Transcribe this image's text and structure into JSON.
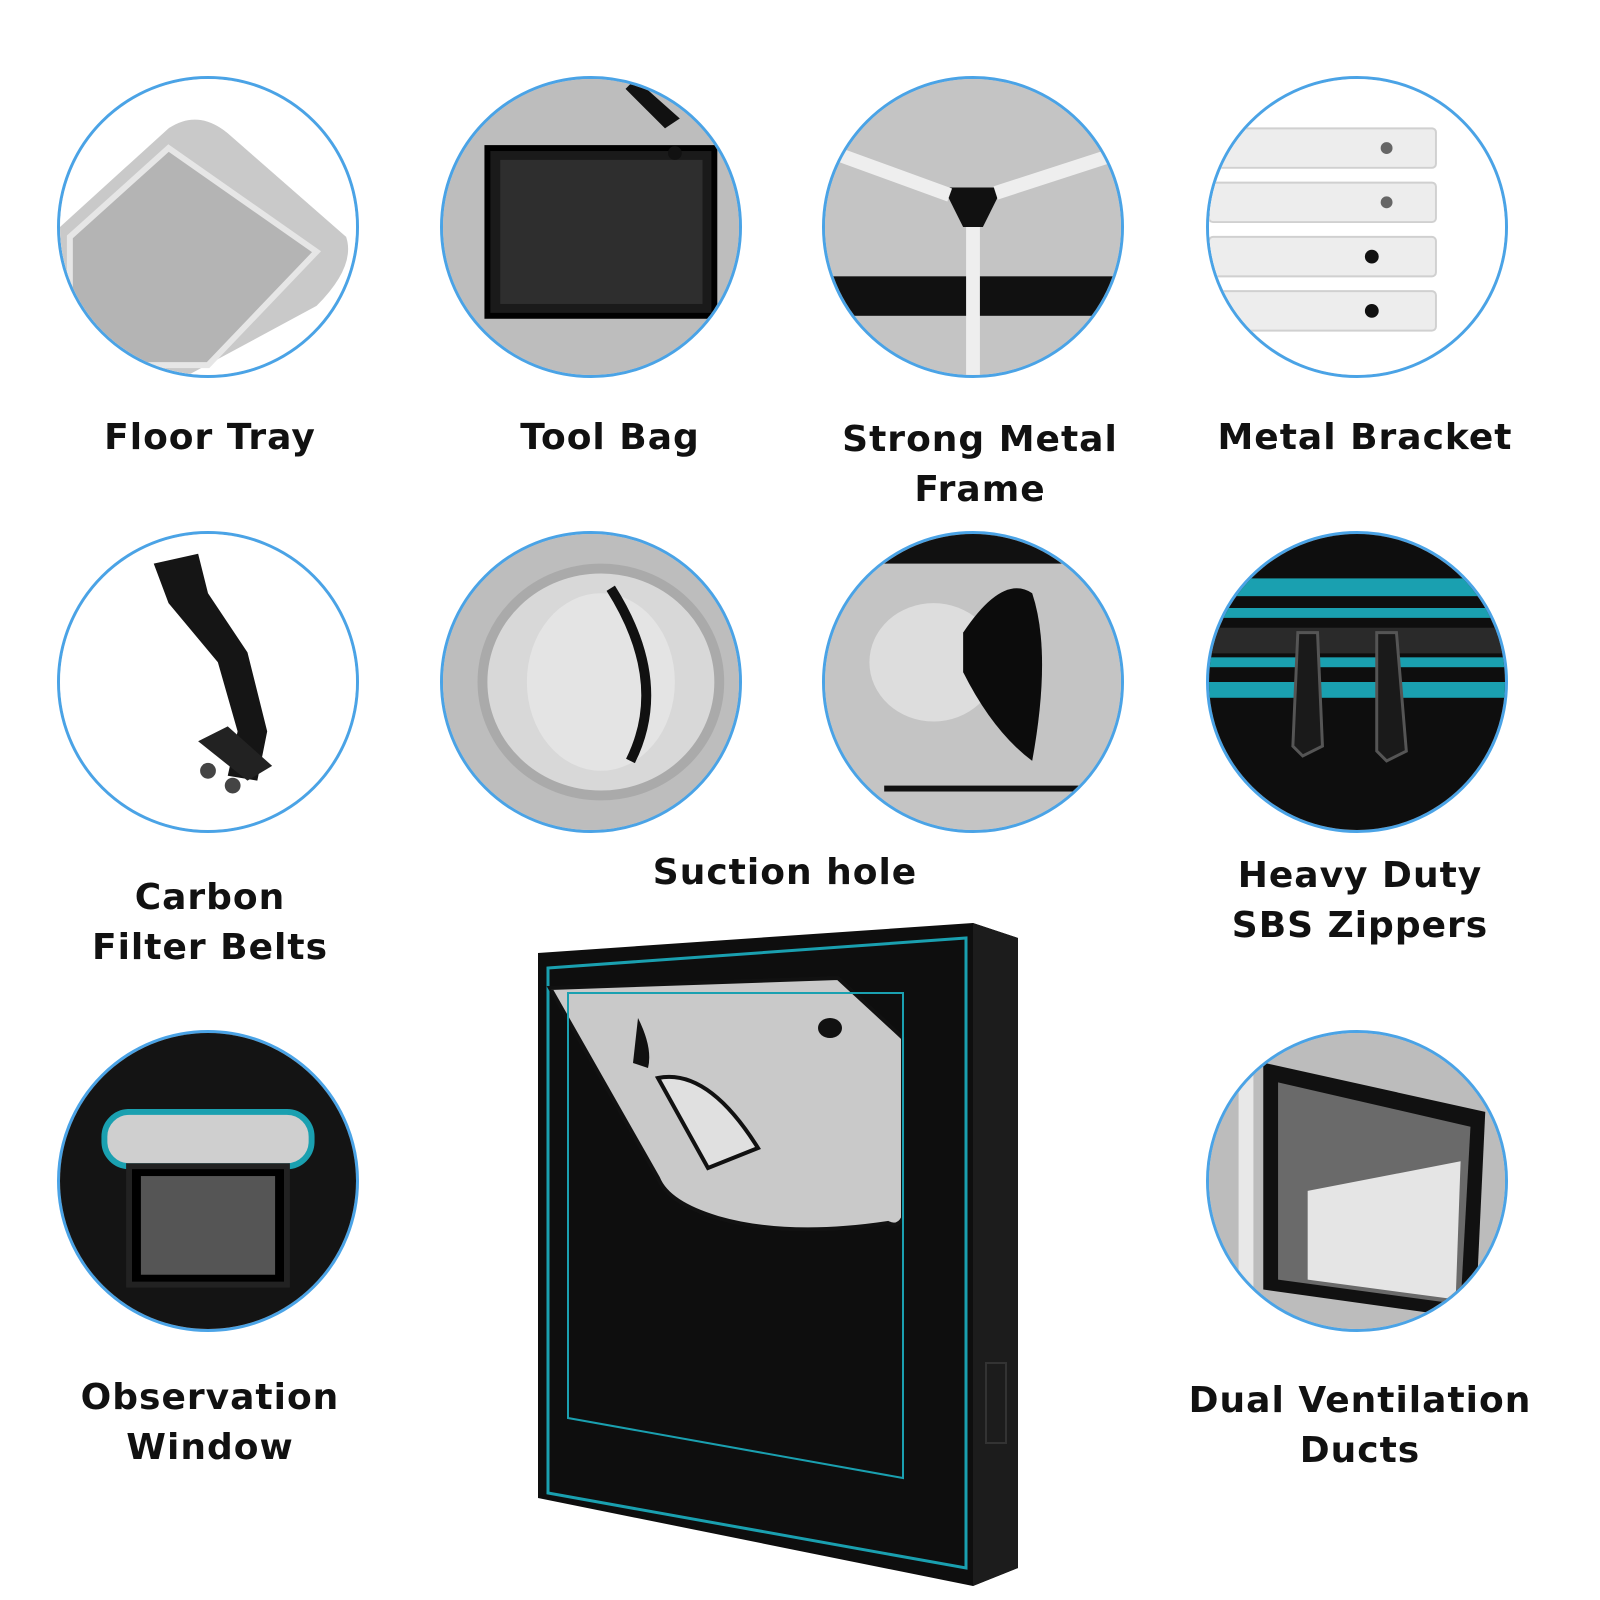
{
  "features": {
    "floor_tray": {
      "lines": [
        "Floor Tray"
      ]
    },
    "tool_bag": {
      "lines": [
        "Tool Bag"
      ]
    },
    "metal_frame": {
      "lines": [
        "Strong Metal",
        "Frame"
      ]
    },
    "metal_bracket": {
      "lines": [
        "Metal Bracket"
      ]
    },
    "carbon_belts": {
      "lines": [
        "Carbon",
        "Filter Belts"
      ]
    },
    "suction_hole": {
      "lines": [
        "Suction hole"
      ]
    },
    "zippers": {
      "lines": [
        "Heavy Duty",
        "SBS Zippers"
      ]
    },
    "observation": {
      "lines": [
        "Observation",
        "Window"
      ]
    },
    "ventilation": {
      "lines": [
        "Dual Ventilation",
        "Ducts"
      ]
    }
  },
  "colors": {
    "ring": "#4aa3e6",
    "accent": "#1aa0b0",
    "tent": "#0e0e0e"
  }
}
